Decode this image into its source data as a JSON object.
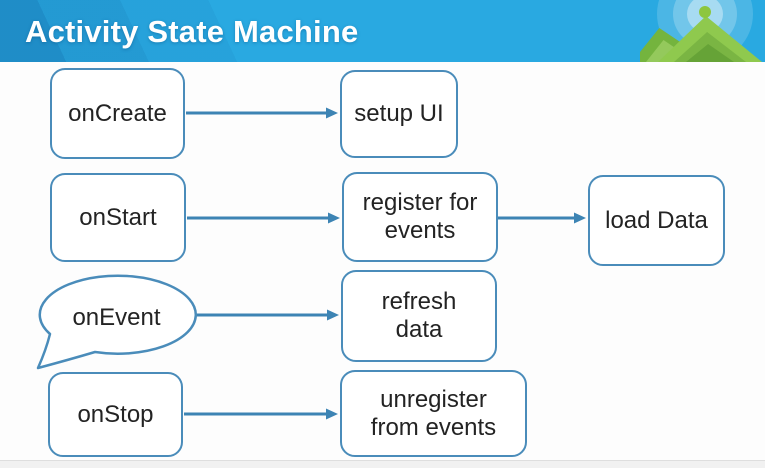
{
  "header": {
    "title": "Activity State Machine",
    "logo": {
      "description": "green mountain peaks with halo rings and sun dot",
      "colors": {
        "bar": "#29a9e1",
        "stripe": "#1d7fc6",
        "mountain_light": "#8fc94e",
        "mountain_dark": "#66a337",
        "sun": "#8dc63f"
      }
    }
  },
  "diagram": {
    "type": "flowchart",
    "nodes": [
      {
        "id": "onCreate",
        "shape": "rounded-rect",
        "label": "onCreate",
        "lines": [
          "onCreate"
        ]
      },
      {
        "id": "setup-ui",
        "shape": "rounded-rect",
        "label": "setup UI",
        "lines": [
          "setup UI"
        ]
      },
      {
        "id": "onStart",
        "shape": "rounded-rect",
        "label": "onStart",
        "lines": [
          "onStart"
        ]
      },
      {
        "id": "register-for-events",
        "shape": "rounded-rect",
        "label": "register for events",
        "lines": [
          "register for",
          "events"
        ]
      },
      {
        "id": "load-data",
        "shape": "rounded-rect",
        "label": "load Data",
        "lines": [
          "load Data"
        ]
      },
      {
        "id": "onEvent",
        "shape": "speech-bubble",
        "label": "onEvent",
        "lines": [
          "onEvent"
        ]
      },
      {
        "id": "refresh-data",
        "shape": "rounded-rect",
        "label": "refresh data",
        "lines": [
          "refresh",
          "data"
        ]
      },
      {
        "id": "onStop",
        "shape": "rounded-rect",
        "label": "onStop",
        "lines": [
          "onStop"
        ]
      },
      {
        "id": "unregister-from-events",
        "shape": "rounded-rect",
        "label": "unregister from events",
        "lines": [
          "unregister",
          "from events"
        ]
      }
    ],
    "edges": [
      {
        "from": "onCreate",
        "to": "setup-ui"
      },
      {
        "from": "onStart",
        "to": "register-for-events"
      },
      {
        "from": "register-for-events",
        "to": "load-data"
      },
      {
        "from": "onEvent",
        "to": "refresh-data"
      },
      {
        "from": "onStop",
        "to": "unregister-from-events"
      }
    ],
    "colors": {
      "node_border": "#4a8cba",
      "arrow": "#3d84b4",
      "text": "#232323",
      "background": "#fdfdfd"
    }
  }
}
